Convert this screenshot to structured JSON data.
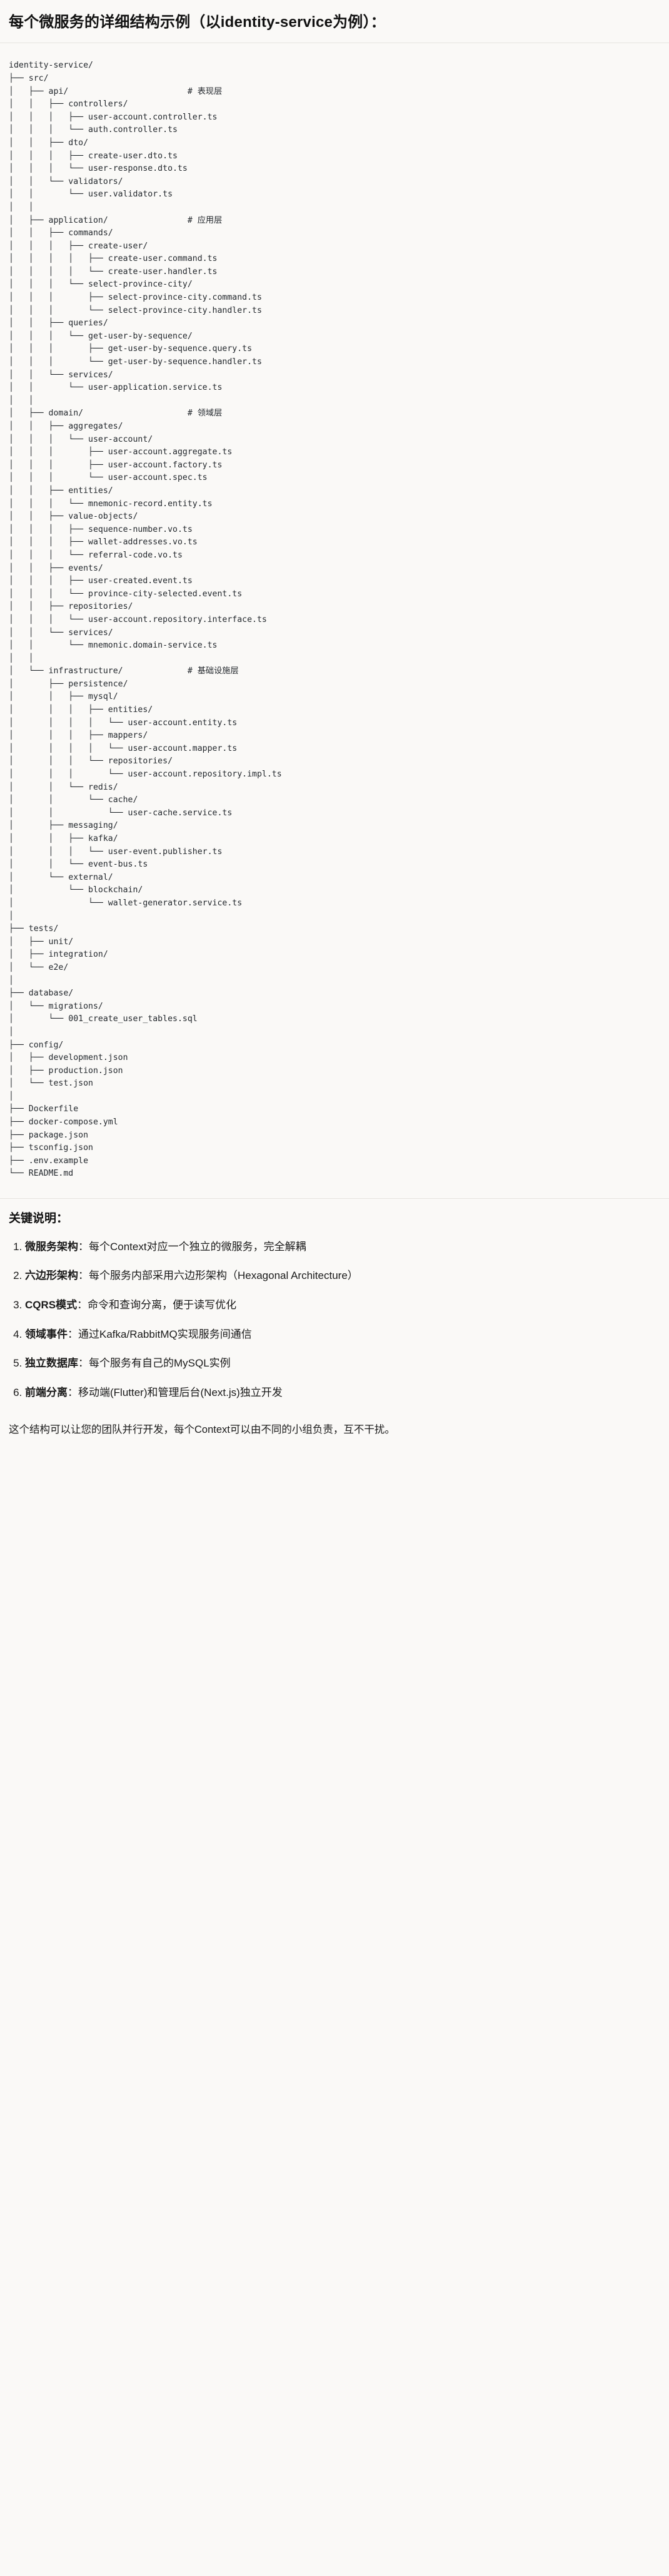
{
  "heading": "每个微服务的详细结构示例（以identity-service为例）：",
  "tree": {
    "root_label": "identity-service/",
    "text": "identity-service/\n├── src/\n│   ├── api/                        # 表现层\n│   │   ├── controllers/\n│   │   │   ├── user-account.controller.ts\n│   │   │   └── auth.controller.ts\n│   │   ├── dto/\n│   │   │   ├── create-user.dto.ts\n│   │   │   └── user-response.dto.ts\n│   │   └── validators/\n│   │       └── user.validator.ts\n│   │\n│   ├── application/                # 应用层\n│   │   ├── commands/\n│   │   │   ├── create-user/\n│   │   │   │   ├── create-user.command.ts\n│   │   │   │   └── create-user.handler.ts\n│   │   │   └── select-province-city/\n│   │   │       ├── select-province-city.command.ts\n│   │   │       └── select-province-city.handler.ts\n│   │   ├── queries/\n│   │   │   └── get-user-by-sequence/\n│   │   │       ├── get-user-by-sequence.query.ts\n│   │   │       └── get-user-by-sequence.handler.ts\n│   │   └── services/\n│   │       └── user-application.service.ts\n│   │\n│   ├── domain/                     # 领域层\n│   │   ├── aggregates/\n│   │   │   └── user-account/\n│   │   │       ├── user-account.aggregate.ts\n│   │   │       ├── user-account.factory.ts\n│   │   │       └── user-account.spec.ts\n│   │   ├── entities/\n│   │   │   └── mnemonic-record.entity.ts\n│   │   ├── value-objects/\n│   │   │   ├── sequence-number.vo.ts\n│   │   │   ├── wallet-addresses.vo.ts\n│   │   │   └── referral-code.vo.ts\n│   │   ├── events/\n│   │   │   ├── user-created.event.ts\n│   │   │   └── province-city-selected.event.ts\n│   │   ├── repositories/\n│   │   │   └── user-account.repository.interface.ts\n│   │   └── services/\n│   │       └── mnemonic.domain-service.ts\n│   │\n│   └── infrastructure/             # 基础设施层\n│       ├── persistence/\n│       │   ├── mysql/\n│       │   │   ├── entities/\n│       │   │   │   └── user-account.entity.ts\n│       │   │   ├── mappers/\n│       │   │   │   └── user-account.mapper.ts\n│       │   │   └── repositories/\n│       │   │       └── user-account.repository.impl.ts\n│       │   └── redis/\n│       │       └── cache/\n│       │           └── user-cache.service.ts\n│       ├── messaging/\n│       │   ├── kafka/\n│       │   │   └── user-event.publisher.ts\n│       │   └── event-bus.ts\n│       └── external/\n│           └── blockchain/\n│               └── wallet-generator.service.ts\n│\n├── tests/\n│   ├── unit/\n│   ├── integration/\n│   └── e2e/\n│\n├── database/\n│   └── migrations/\n│       └── 001_create_user_tables.sql\n│\n├── config/\n│   ├── development.json\n│   ├── production.json\n│   └── test.json\n│\n├── Dockerfile\n├── docker-compose.yml\n├── package.json\n├── tsconfig.json\n├── .env.example\n└── README.md",
    "layer_comments": [
      {
        "path": "api/",
        "comment": "# 表现层"
      },
      {
        "path": "application/",
        "comment": "# 应用层"
      },
      {
        "path": "domain/",
        "comment": "# 领域层"
      },
      {
        "path": "infrastructure/",
        "comment": "# 基础设施层"
      }
    ]
  },
  "keys": {
    "title": "关键说明：",
    "items": [
      {
        "term": "微服务架构",
        "sep": "：",
        "desc": "每个Context对应一个独立的微服务，完全解耦"
      },
      {
        "term": "六边形架构",
        "sep": "：",
        "desc": "每个服务内部采用六边形架构（Hexagonal Architecture）"
      },
      {
        "term": "CQRS模式",
        "sep": "：",
        "desc": "命令和查询分离，便于读写优化"
      },
      {
        "term": "领域事件",
        "sep": "：",
        "desc": "通过Kafka/RabbitMQ实现服务间通信"
      },
      {
        "term": "独立数据库",
        "sep": "：",
        "desc": "每个服务有自己的MySQL实例"
      },
      {
        "term": "前端分离",
        "sep": "：",
        "desc": "移动端(Flutter)和管理后台(Next.js)独立开发"
      }
    ]
  },
  "closing": "这个结构可以让您的团队并行开发，每个Context可以由不同的小组负责，互不干扰。"
}
